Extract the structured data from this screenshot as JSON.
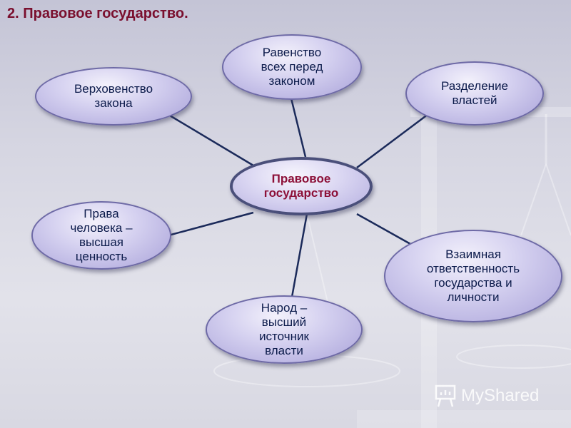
{
  "title": "2. Правовое государство.",
  "center": {
    "lines": [
      "Правовое",
      "государство"
    ]
  },
  "nodes": {
    "supremacy": {
      "lines": [
        "Верховенство",
        "закона"
      ]
    },
    "equality": {
      "lines": [
        "Равенство",
        "всех перед",
        "законом"
      ]
    },
    "separation": {
      "lines": [
        "Разделение",
        "властей"
      ]
    },
    "human_rights": {
      "lines": [
        "Права",
        "человека –",
        "высшая",
        "ценность"
      ]
    },
    "people": {
      "lines": [
        "Народ –",
        "высший",
        "источник",
        "власти"
      ]
    },
    "mutual": {
      "lines": [
        "Взаимная",
        "ответственность",
        "государства и",
        "личности"
      ]
    }
  },
  "logo": {
    "text": "MyShared",
    "icon": "presentation-board-icon"
  },
  "colors": {
    "title": "#7a0f2e",
    "center_text": "#8c1038",
    "node_text": "#0b1a4a",
    "connector": "#1b2a5a"
  }
}
